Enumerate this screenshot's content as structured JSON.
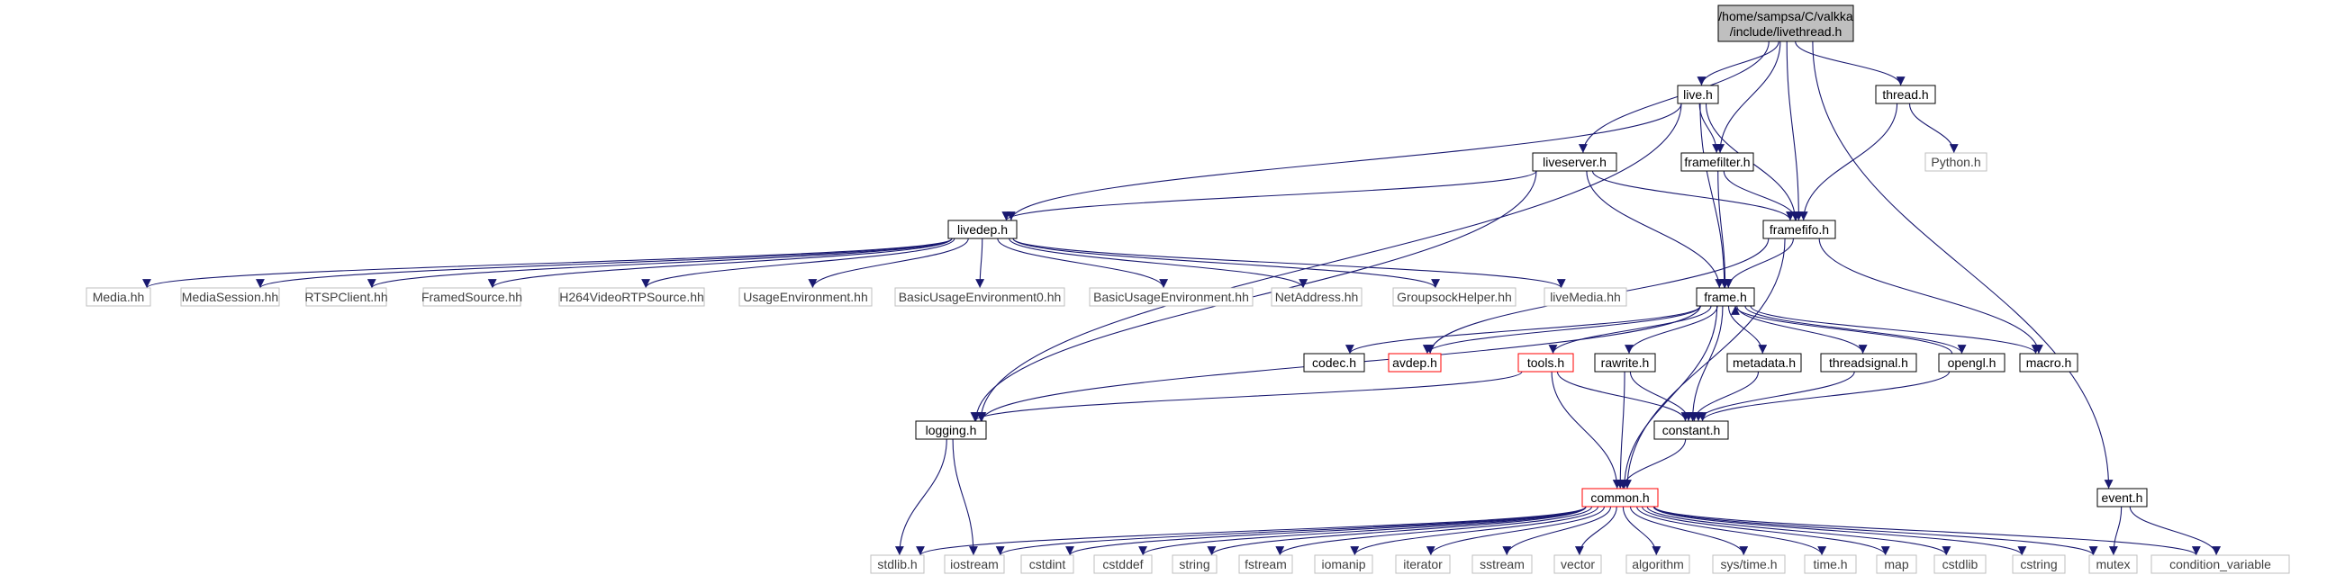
{
  "graph": {
    "root": {
      "id": "livethread",
      "label_line1": "/home/sampsa/C/valkka",
      "label_line2": "/include/livethread.h"
    },
    "nodes": [
      {
        "id": "live",
        "label": "live.h",
        "kind": "documented"
      },
      {
        "id": "thread",
        "label": "thread.h",
        "kind": "documented"
      },
      {
        "id": "python",
        "label": "Python.h",
        "kind": "external"
      },
      {
        "id": "framefilter",
        "label": "framefilter.h",
        "kind": "documented"
      },
      {
        "id": "liveserver",
        "label": "liveserver.h",
        "kind": "documented"
      },
      {
        "id": "framefifo",
        "label": "framefifo.h",
        "kind": "documented"
      },
      {
        "id": "livedep",
        "label": "livedep.h",
        "kind": "documented"
      },
      {
        "id": "frame",
        "label": "frame.h",
        "kind": "documented"
      },
      {
        "id": "media",
        "label": "Media.hh",
        "kind": "external"
      },
      {
        "id": "mediasession",
        "label": "MediaSession.hh",
        "kind": "external"
      },
      {
        "id": "rtspclient",
        "label": "RTSPClient.hh",
        "kind": "external"
      },
      {
        "id": "framedsource",
        "label": "FramedSource.hh",
        "kind": "external"
      },
      {
        "id": "h264",
        "label": "H264VideoRTPSource.hh",
        "kind": "external"
      },
      {
        "id": "usageenv",
        "label": "UsageEnvironment.hh",
        "kind": "external"
      },
      {
        "id": "basicusageenv0",
        "label": "BasicUsageEnvironment0.hh",
        "kind": "external"
      },
      {
        "id": "basicusageenv",
        "label": "BasicUsageEnvironment.hh",
        "kind": "external"
      },
      {
        "id": "netaddress",
        "label": "NetAddress.hh",
        "kind": "external"
      },
      {
        "id": "groupsock",
        "label": "GroupsockHelper.hh",
        "kind": "external"
      },
      {
        "id": "livemedia",
        "label": "liveMedia.hh",
        "kind": "external"
      },
      {
        "id": "codec",
        "label": "codec.h",
        "kind": "documented"
      },
      {
        "id": "avdep",
        "label": "avdep.h",
        "kind": "truncated"
      },
      {
        "id": "tools",
        "label": "tools.h",
        "kind": "truncated"
      },
      {
        "id": "rawrite",
        "label": "rawrite.h",
        "kind": "documented"
      },
      {
        "id": "metadata",
        "label": "metadata.h",
        "kind": "documented"
      },
      {
        "id": "threadsignal",
        "label": "threadsignal.h",
        "kind": "documented"
      },
      {
        "id": "opengl",
        "label": "opengl.h",
        "kind": "documented"
      },
      {
        "id": "macro",
        "label": "macro.h",
        "kind": "documented"
      },
      {
        "id": "logging",
        "label": "logging.h",
        "kind": "documented"
      },
      {
        "id": "constant",
        "label": "constant.h",
        "kind": "documented"
      },
      {
        "id": "event",
        "label": "event.h",
        "kind": "documented"
      },
      {
        "id": "common",
        "label": "common.h",
        "kind": "truncated"
      },
      {
        "id": "stdlib",
        "label": "stdlib.h",
        "kind": "external"
      },
      {
        "id": "iostream",
        "label": "iostream",
        "kind": "external"
      },
      {
        "id": "cstdint",
        "label": "cstdint",
        "kind": "external"
      },
      {
        "id": "cstddef",
        "label": "cstddef",
        "kind": "external"
      },
      {
        "id": "string",
        "label": "string",
        "kind": "external"
      },
      {
        "id": "fstream",
        "label": "fstream",
        "kind": "external"
      },
      {
        "id": "iomanip",
        "label": "iomanip",
        "kind": "external"
      },
      {
        "id": "iterator",
        "label": "iterator",
        "kind": "external"
      },
      {
        "id": "sstream",
        "label": "sstream",
        "kind": "external"
      },
      {
        "id": "vector",
        "label": "vector",
        "kind": "external"
      },
      {
        "id": "algorithm",
        "label": "algorithm",
        "kind": "external"
      },
      {
        "id": "systime",
        "label": "sys/time.h",
        "kind": "external"
      },
      {
        "id": "time",
        "label": "time.h",
        "kind": "external"
      },
      {
        "id": "map",
        "label": "map",
        "kind": "external"
      },
      {
        "id": "cstdlib",
        "label": "cstdlib",
        "kind": "external"
      },
      {
        "id": "cstring",
        "label": "cstring",
        "kind": "external"
      },
      {
        "id": "mutex",
        "label": "mutex",
        "kind": "external"
      },
      {
        "id": "condvar",
        "label": "condition_variable",
        "kind": "external"
      }
    ],
    "edges": [
      [
        "livethread",
        "live"
      ],
      [
        "livethread",
        "framefilter"
      ],
      [
        "livethread",
        "liveserver"
      ],
      [
        "livethread",
        "framefifo"
      ],
      [
        "livethread",
        "thread"
      ],
      [
        "livethread",
        "event"
      ],
      [
        "live",
        "framefilter"
      ],
      [
        "live",
        "framefifo"
      ],
      [
        "live",
        "livedep"
      ],
      [
        "live",
        "frame"
      ],
      [
        "live",
        "logging"
      ],
      [
        "thread",
        "python"
      ],
      [
        "thread",
        "framefifo"
      ],
      [
        "framefilter",
        "framefifo"
      ],
      [
        "framefilter",
        "frame"
      ],
      [
        "liveserver",
        "livedep"
      ],
      [
        "liveserver",
        "framefifo"
      ],
      [
        "liveserver",
        "frame"
      ],
      [
        "liveserver",
        "logging"
      ],
      [
        "framefifo",
        "frame"
      ],
      [
        "framefifo",
        "macro"
      ],
      [
        "framefifo",
        "common"
      ],
      [
        "framefifo",
        "avdep"
      ],
      [
        "livedep",
        "media"
      ],
      [
        "livedep",
        "mediasession"
      ],
      [
        "livedep",
        "rtspclient"
      ],
      [
        "livedep",
        "framedsource"
      ],
      [
        "livedep",
        "h264"
      ],
      [
        "livedep",
        "usageenv"
      ],
      [
        "livedep",
        "basicusageenv0"
      ],
      [
        "livedep",
        "basicusageenv"
      ],
      [
        "livedep",
        "netaddress"
      ],
      [
        "livedep",
        "groupsock"
      ],
      [
        "livedep",
        "livemedia"
      ],
      [
        "frame",
        "codec"
      ],
      [
        "frame",
        "avdep"
      ],
      [
        "frame",
        "tools"
      ],
      [
        "frame",
        "rawrite"
      ],
      [
        "frame",
        "metadata"
      ],
      [
        "frame",
        "threadsignal"
      ],
      [
        "frame",
        "opengl"
      ],
      [
        "frame",
        "macro"
      ],
      [
        "frame",
        "constant"
      ],
      [
        "frame",
        "common"
      ],
      [
        "frame",
        "logging"
      ],
      [
        "tools",
        "logging"
      ],
      [
        "tools",
        "constant"
      ],
      [
        "tools",
        "common"
      ],
      [
        "rawrite",
        "constant"
      ],
      [
        "rawrite",
        "common"
      ],
      [
        "metadata",
        "constant"
      ],
      [
        "threadsignal",
        "constant"
      ],
      [
        "opengl",
        "frame"
      ],
      [
        "opengl",
        "constant"
      ],
      [
        "constant",
        "common"
      ],
      [
        "logging",
        "stdlib"
      ],
      [
        "logging",
        "iostream"
      ],
      [
        "event",
        "mutex"
      ],
      [
        "event",
        "condvar"
      ],
      [
        "common",
        "stdlib"
      ],
      [
        "common",
        "iostream"
      ],
      [
        "common",
        "cstdint"
      ],
      [
        "common",
        "cstddef"
      ],
      [
        "common",
        "string"
      ],
      [
        "common",
        "fstream"
      ],
      [
        "common",
        "iomanip"
      ],
      [
        "common",
        "iterator"
      ],
      [
        "common",
        "sstream"
      ],
      [
        "common",
        "vector"
      ],
      [
        "common",
        "algorithm"
      ],
      [
        "common",
        "systime"
      ],
      [
        "common",
        "time"
      ],
      [
        "common",
        "map"
      ],
      [
        "common",
        "cstdlib"
      ],
      [
        "common",
        "cstring"
      ],
      [
        "common",
        "mutex"
      ],
      [
        "common",
        "condvar"
      ]
    ],
    "colors": {
      "edge": "#191970",
      "root_fill": "#bfbfbf",
      "documented_border": "#000000",
      "external_border": "#bfbfbf",
      "external_text": "#404040",
      "truncated_border": "#ff0000",
      "text": "#000000"
    }
  }
}
